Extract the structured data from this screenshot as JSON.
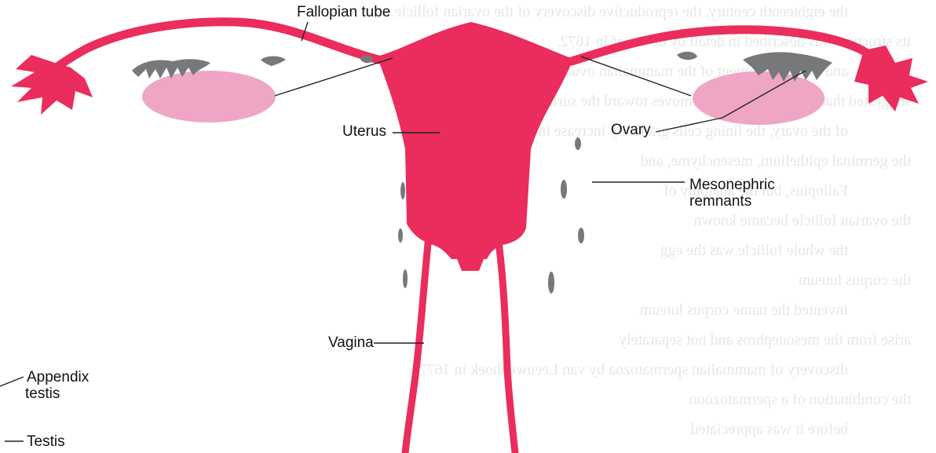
{
  "labels": {
    "fallopian_tube": "Fallopian tube",
    "uterus": "Uterus",
    "ovary": "Ovary",
    "mesonephric_line1": "Mesonephric",
    "mesonephric_line2": "remnants",
    "vagina": "Vagina",
    "appendix_line1": "Appendix",
    "appendix_line2": "testis",
    "testis": "Testis"
  },
  "colors": {
    "organ": "#ea2d5c",
    "ovary": "#eea6c4",
    "remnant": "#77787a",
    "background_text": "#d5d5d5",
    "label": "#111111",
    "leader_line": "#222222"
  },
  "background_text_lines": [
    "the eighteenth century, the reproductive discovery of the ovarian follicle",
    "its structure was described in detail by de Graaf in 1672.",
    "and the development of the mammalian ovum from a follicle",
    "suggested that the growing oocyte moves toward the surface",
    "of the ovary, the lining cells gradually increase in number",
    "the germinal epithelium, mesenchyme, and",
    "Fallopius, but the anatomy of",
    "the ovarian follicle became known",
    "the whole follicle was the egg",
    "the corpus luteum",
    "invented the name corpus luteum",
    "arise from the mesonephros and not separately",
    "discovery of mammalian spermatozoa by van Leeuwenhoek in 1677",
    "the combination of a spermatozoon",
    "before it was appreciated"
  ]
}
